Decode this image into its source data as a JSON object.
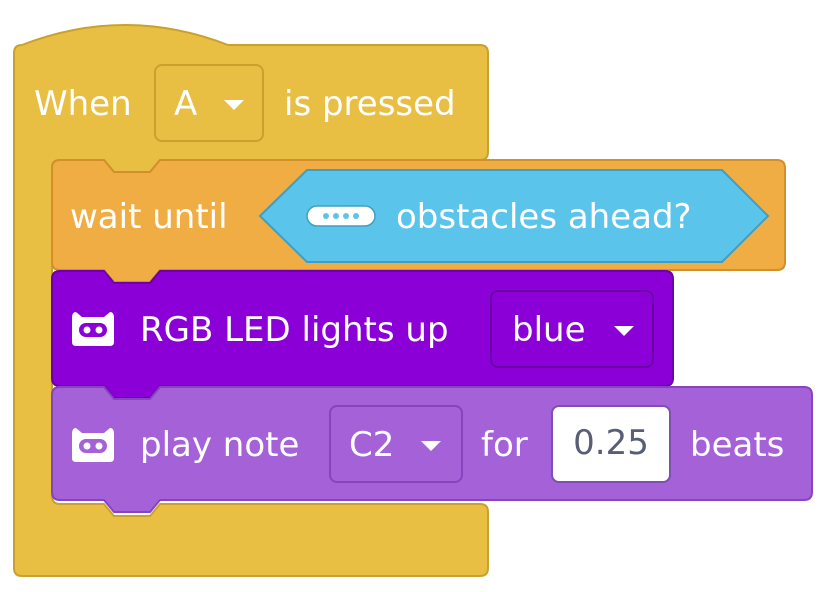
{
  "hat_block": {
    "label_when": "When",
    "button_value": "A",
    "label_pressed": "is pressed",
    "color": "#e8be43"
  },
  "wait_block": {
    "label": "wait until",
    "color": "#f0ad44"
  },
  "sensor_block": {
    "label": "obstacles ahead?",
    "icon": "ultrasonic-sensor-icon",
    "color": "#5bc4ea"
  },
  "led_block": {
    "label": "RGB LED lights up",
    "color_value": "blue",
    "icon": "robot-icon",
    "color": "#8b00d6"
  },
  "note_block": {
    "label_play": "play note",
    "note_value": "C2",
    "label_for": "for",
    "beats_value": "0.25",
    "label_beats": "beats",
    "icon": "robot-icon",
    "color": "#a461d8"
  }
}
